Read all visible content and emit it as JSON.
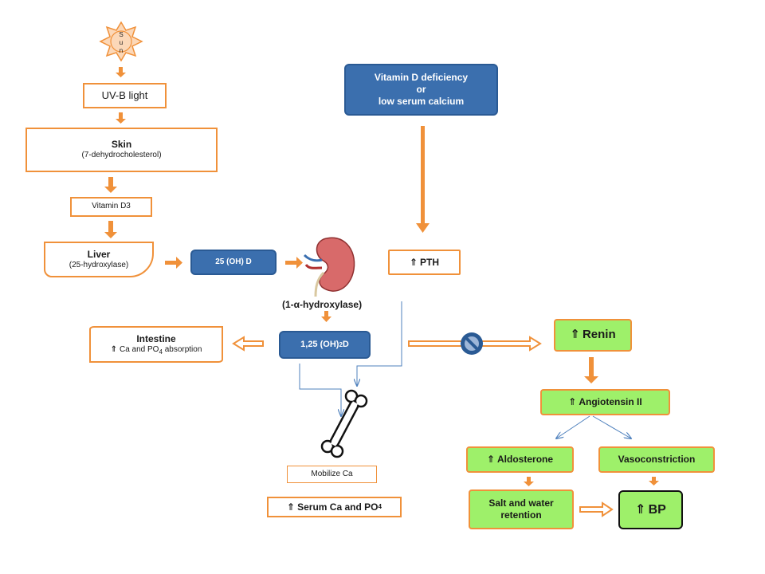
{
  "nodes": {
    "sun": {
      "letters": [
        "S",
        "u",
        "n"
      ]
    },
    "uvb": {
      "label": "UV-B light"
    },
    "skin": {
      "title": "Skin",
      "sub": "(7-dehydrocholesterol)"
    },
    "vitd3": {
      "label": "Vitamin D3"
    },
    "liver": {
      "title": "Liver",
      "sub": "(25-hydroxylase)"
    },
    "hydroxy25": {
      "label": "25 (OH) D"
    },
    "kidney": {
      "label": "(1-α-hydroxylase)"
    },
    "deficiency": {
      "line1": "Vitamin D deficiency",
      "line2": "or",
      "line3": "low serum calcium"
    },
    "pth": {
      "arrow": "⇑",
      "label": "PTH"
    },
    "intestine": {
      "title": "Intestine",
      "arrow": "⇑",
      "text1": "Ca and PO",
      "sub": "4",
      "text2": " absorption"
    },
    "calcitriol": {
      "text1": "1,25 (OH)",
      "sub": "2",
      "text2": " D"
    },
    "renin": {
      "arrow": "⇑",
      "label": "Renin"
    },
    "angiotensin": {
      "arrow": "⇑",
      "label": "Angiotensin II"
    },
    "aldosterone": {
      "arrow": "⇑",
      "label": "Aldosterone"
    },
    "vasoconstriction": {
      "label": "Vasoconstriction"
    },
    "salt": {
      "line1": "Salt and water",
      "line2": "retention"
    },
    "bp": {
      "arrow": "⇑",
      "label": "BP"
    },
    "mobilize": {
      "label": "Mobilize Ca"
    },
    "serum": {
      "arrow": "⇑",
      "text1": "Serum Ca and PO",
      "sub": "4"
    }
  },
  "colors": {
    "orange": "#f0913a",
    "blue": "#3b6fae",
    "green": "#9ef06a",
    "thin_arrow": "#4f81bd"
  },
  "icons": [
    "sun-icon",
    "kidney-icon",
    "bone-icon",
    "prohibition-icon"
  ]
}
